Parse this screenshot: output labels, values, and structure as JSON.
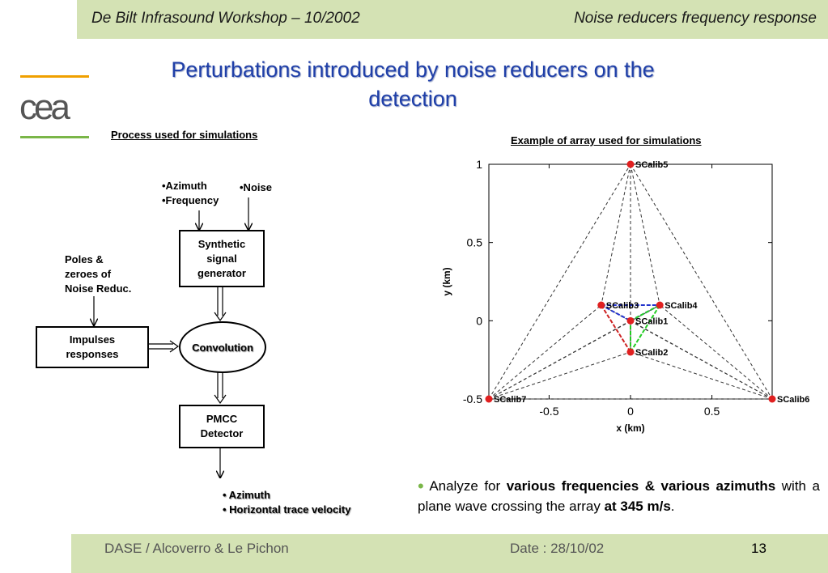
{
  "header": {
    "left": "De Bilt Infrasound Workshop – 10/2002",
    "right": "Noise reducers frequency response"
  },
  "logo": {
    "text": "cea",
    "colors": {
      "top": "#f0a000",
      "bottom": "#7ab648"
    }
  },
  "title": {
    "line1": "Perturbations introduced by noise reducers on the",
    "line2": "detection"
  },
  "process": {
    "heading": "Process used for simulations",
    "inputs_a": [
      "•Azimuth",
      "•Frequency"
    ],
    "input_b": "•Noise",
    "poles": [
      "Poles &",
      "zeroes of",
      "Noise Reduc."
    ],
    "synthetic": [
      "Synthetic",
      "signal",
      "generator"
    ],
    "impulses": [
      "Impulses",
      "responses"
    ],
    "convolution": "Convolution",
    "pmcc": [
      "PMCC",
      "Detector"
    ],
    "outputs": [
      "• Azimuth",
      "• Horizontal trace velocity"
    ]
  },
  "array": {
    "heading": "Example of array used for simulations"
  },
  "chart_data": {
    "type": "scatter",
    "xlabel": "x (km)",
    "ylabel": "y (km)",
    "xlim": [
      -0.87,
      0.87
    ],
    "ylim": [
      -0.5,
      1.0
    ],
    "xticks": [
      -0.5,
      0,
      0.5
    ],
    "yticks": [
      -0.5,
      0,
      0.5,
      1
    ],
    "tick_labels_x": [
      "-0.5",
      "0",
      "0.5"
    ],
    "tick_labels_y": [
      "-0.5",
      "0",
      "0.5",
      "1"
    ],
    "points": [
      {
        "name": "SCalib1",
        "x": 0.0,
        "y": 0.0
      },
      {
        "name": "SCalib2",
        "x": 0.0,
        "y": -0.2
      },
      {
        "name": "SCalib3",
        "x": -0.18,
        "y": 0.1
      },
      {
        "name": "SCalib4",
        "x": 0.18,
        "y": 0.1
      },
      {
        "name": "SCalib5",
        "x": 0.0,
        "y": 1.0
      },
      {
        "name": "SCalib6",
        "x": 0.87,
        "y": -0.5
      },
      {
        "name": "SCalib7",
        "x": -0.87,
        "y": -0.5
      }
    ],
    "labels": [
      "SCalib1",
      "SCalib2",
      "SCalib3",
      "SCalib4",
      "SCalib5",
      "SCalib6",
      "SCalib7"
    ],
    "dashed_edges": [
      [
        "SCalib5",
        "SCalib6"
      ],
      [
        "SCalib6",
        "SCalib7"
      ],
      [
        "SCalib7",
        "SCalib5"
      ],
      [
        "SCalib5",
        "SCalib1"
      ],
      [
        "SCalib5",
        "SCalib3"
      ],
      [
        "SCalib5",
        "SCalib4"
      ],
      [
        "SCalib5",
        "SCalib2"
      ],
      [
        "SCalib6",
        "SCalib1"
      ],
      [
        "SCalib6",
        "SCalib2"
      ],
      [
        "SCalib6",
        "SCalib4"
      ],
      [
        "SCalib6",
        "SCalib3"
      ],
      [
        "SCalib7",
        "SCalib1"
      ],
      [
        "SCalib7",
        "SCalib2"
      ],
      [
        "SCalib7",
        "SCalib3"
      ],
      [
        "SCalib7",
        "SCalib4"
      ]
    ],
    "colored_edges": [
      {
        "from": "SCalib3",
        "to": "SCalib4",
        "color": "#2233cc"
      },
      {
        "from": "SCalib3",
        "to": "SCalib1",
        "color": "#2233cc"
      },
      {
        "from": "SCalib1",
        "to": "SCalib4",
        "color": "#2233cc"
      },
      {
        "from": "SCalib3",
        "to": "SCalib2",
        "color": "#cc2222"
      },
      {
        "from": "SCalib2",
        "to": "SCalib4",
        "color": "#22cc22"
      },
      {
        "from": "SCalib1",
        "to": "SCalib4",
        "color": "#22cc22"
      },
      {
        "from": "SCalib2",
        "to": "SCalib1",
        "color": "#22cc22"
      }
    ],
    "marker_color": "#e02020"
  },
  "bullet": {
    "marker": "•",
    "marker_color": "#7ab648",
    "t1": "Analyze for ",
    "b1": "various frequencies & various azimuths",
    "t2": " with a plane wave crossing the array ",
    "b2": "at 345 m/s",
    "t3": "."
  },
  "footer": {
    "left": "DASE / Alcoverro & Le Pichon",
    "date": "Date : 28/10/02",
    "page": "13"
  }
}
